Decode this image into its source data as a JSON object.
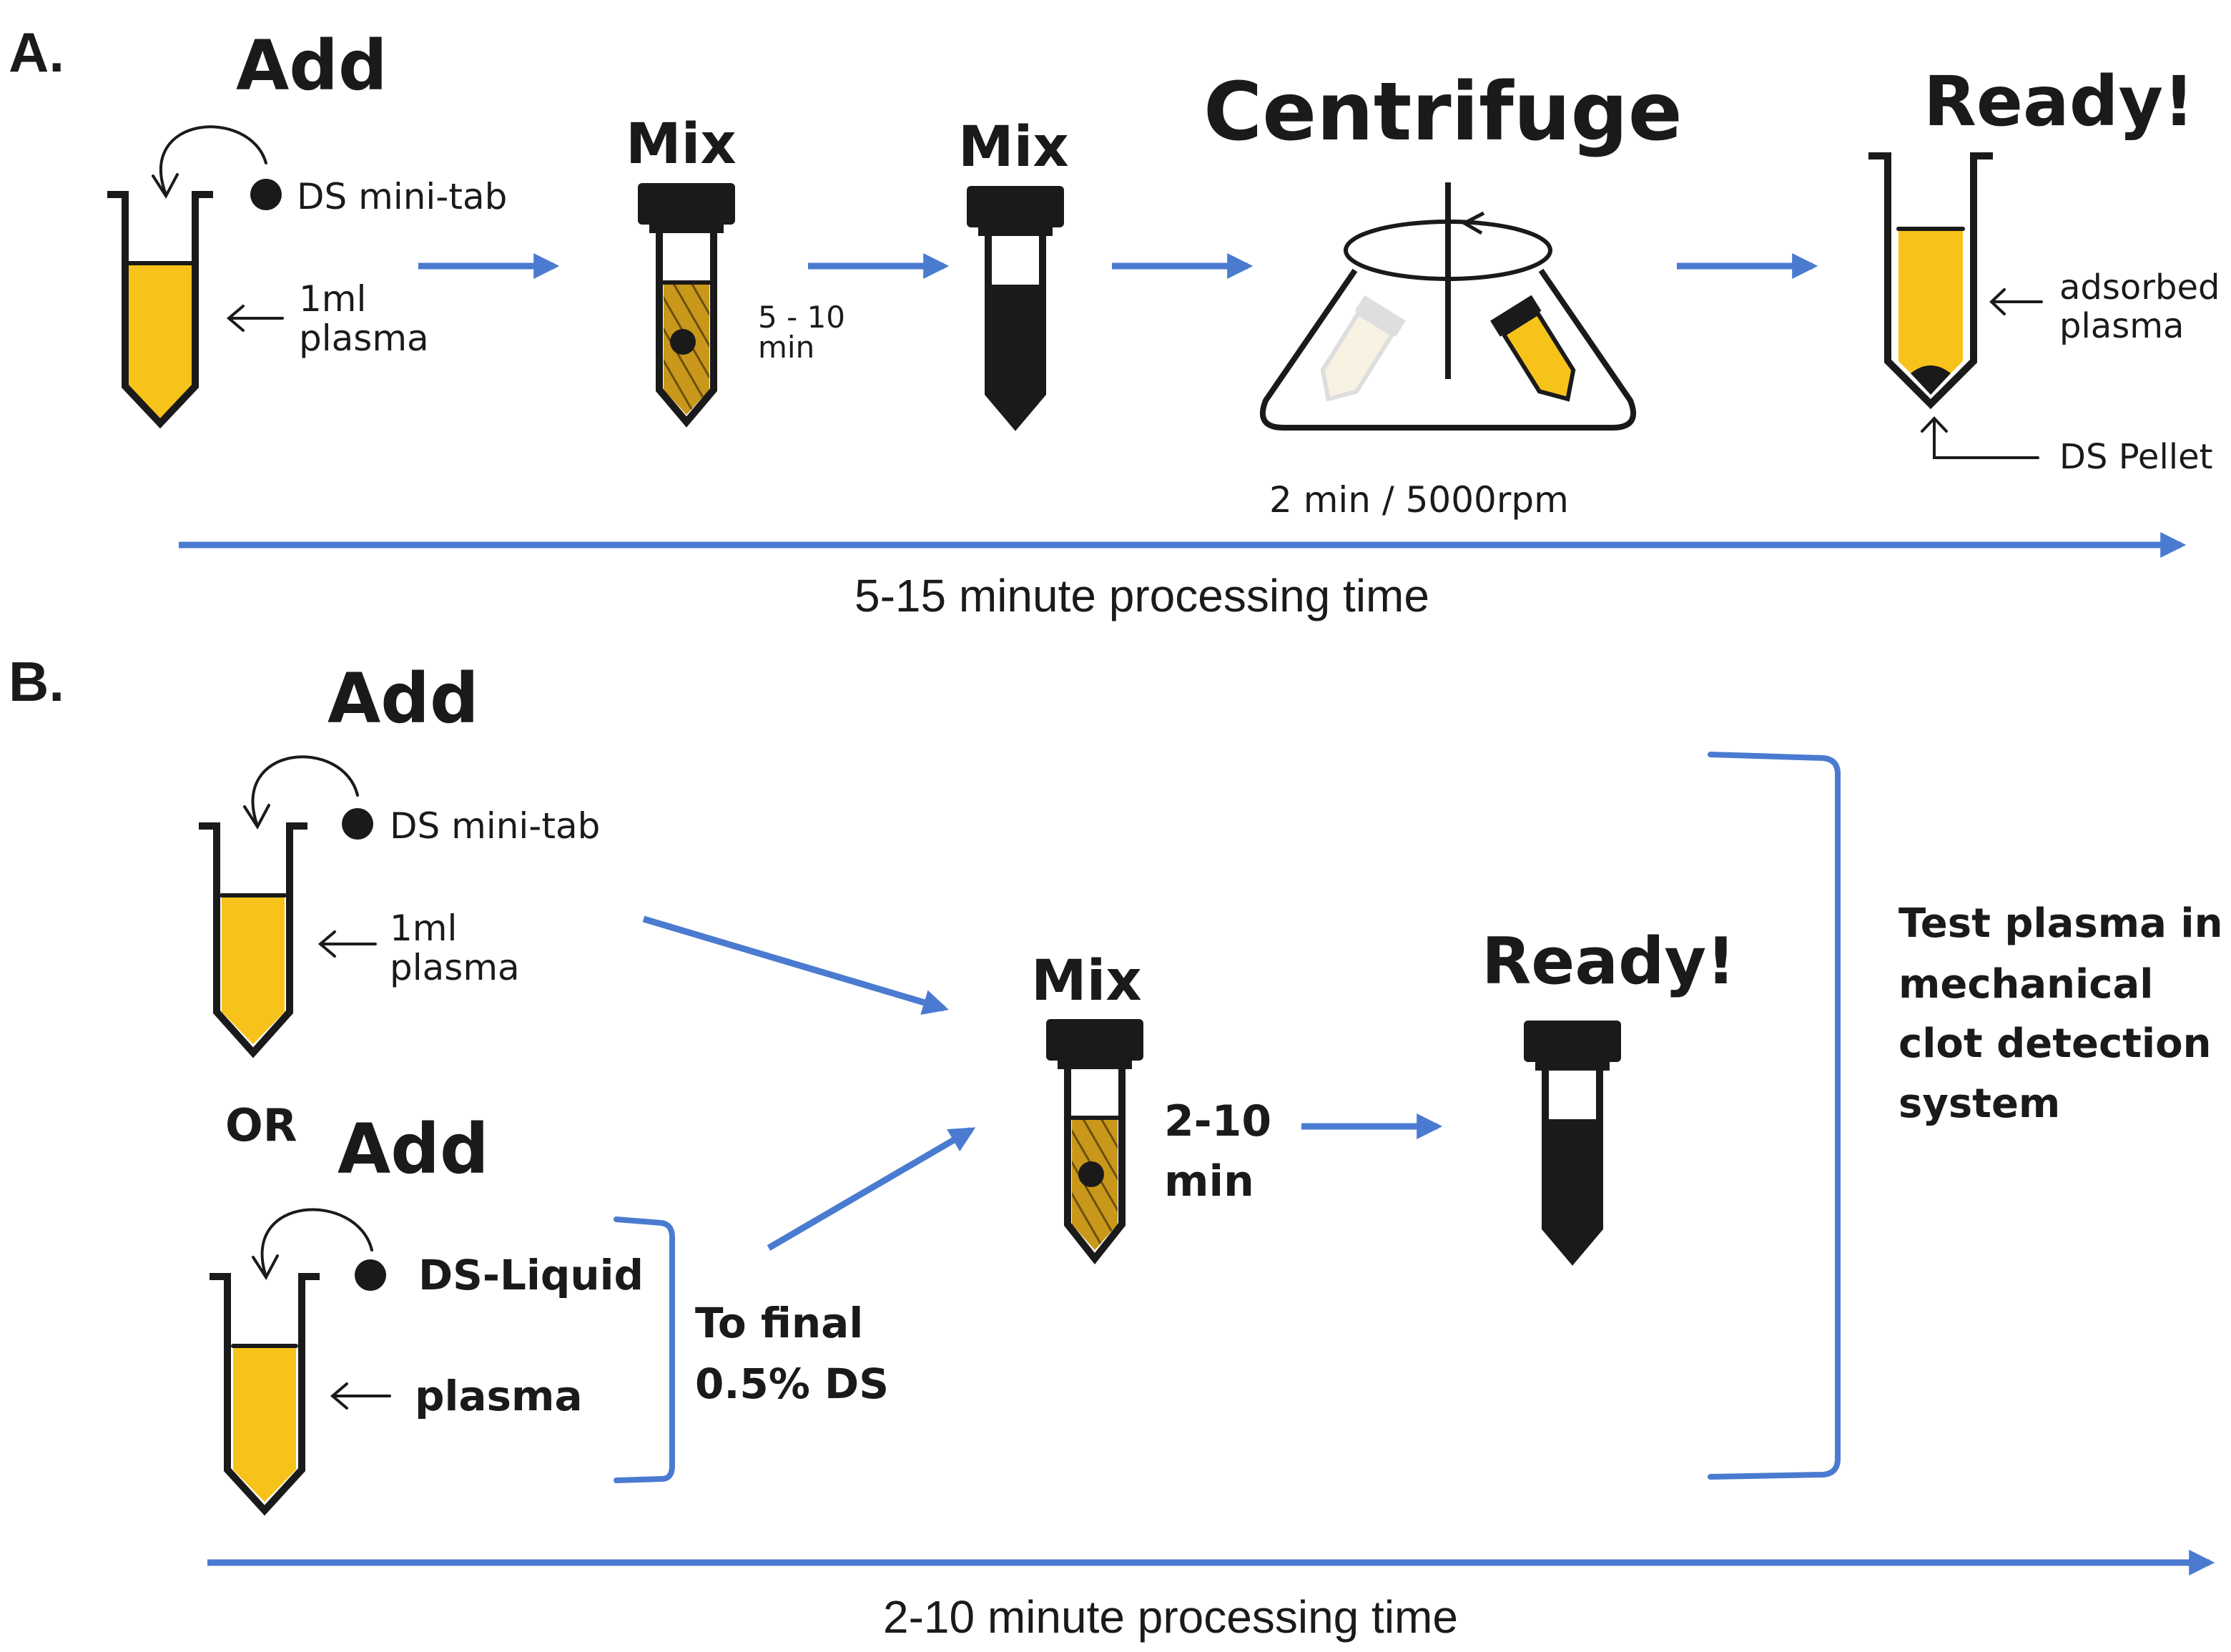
{
  "colors": {
    "plasma": "#f7c31a",
    "mixed_plasma": "#c9981a",
    "flow_arrow": "#4a7bd0",
    "ink": "#1a1a1a"
  },
  "panel_a": {
    "letter": "A.",
    "add_title": "Add",
    "tab_label": "DS mini-tab",
    "plasma_label_1": "1ml",
    "plasma_label_2": "plasma",
    "mix1_title": "Mix",
    "mix1_time_1": "5 - 10",
    "mix1_time_2": "min",
    "mix2_title": "Mix",
    "centrifuge_title": "Centrifuge",
    "centrifuge_setting": "2 min / 5000rpm",
    "ready_title": "Ready!",
    "adsorbed_label_1": "adsorbed",
    "adsorbed_label_2": "plasma",
    "pellet_label": "DS Pellet",
    "timeline_label": "5-15 minute processing time"
  },
  "panel_b": {
    "letter": "B.",
    "add1_title": "Add",
    "tab_label": "DS mini-tab",
    "plasma_label_1": "1ml",
    "plasma_label_2": "plasma",
    "or_label": "OR",
    "add2_title": "Add",
    "liquid_label": "DS-Liquid",
    "liquid_plasma_label": "plasma",
    "final_label_1": "To final",
    "final_label_2": "0.5% DS",
    "mix_title": "Mix",
    "mix_time_1": "2-10",
    "mix_time_2": "min",
    "ready_title": "Ready!",
    "test_1": "Test plasma in",
    "test_2": "mechanical",
    "test_3": "clot detection",
    "test_4": "system",
    "timeline_label": "2-10 minute processing time"
  }
}
